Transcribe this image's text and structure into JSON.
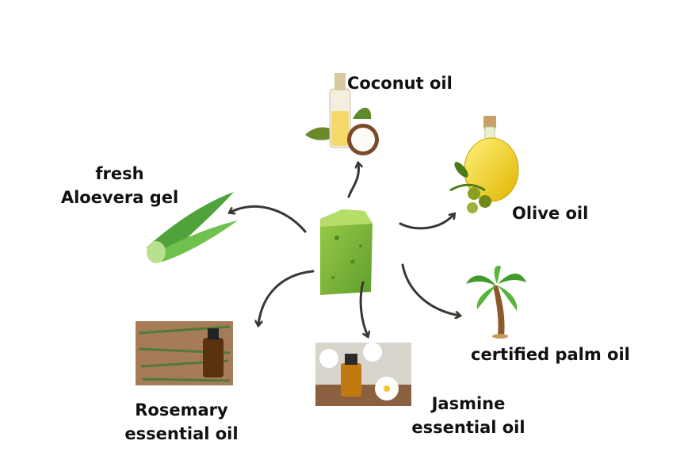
{
  "labels": {
    "coconut": "Coconut oil",
    "aloe_line1": "fresh",
    "aloe_line2": "Aloevera gel",
    "olive": "Olive oil",
    "palm": "certified palm oil",
    "rosemary_line1": "Rosemary",
    "rosemary_line2": "essential oil",
    "jasmine_line1": "Jasmine",
    "jasmine_line2": "essential oil"
  },
  "colors": {
    "arrow": "#3b3631",
    "soap": "#7cb83a",
    "text": "#111111"
  }
}
